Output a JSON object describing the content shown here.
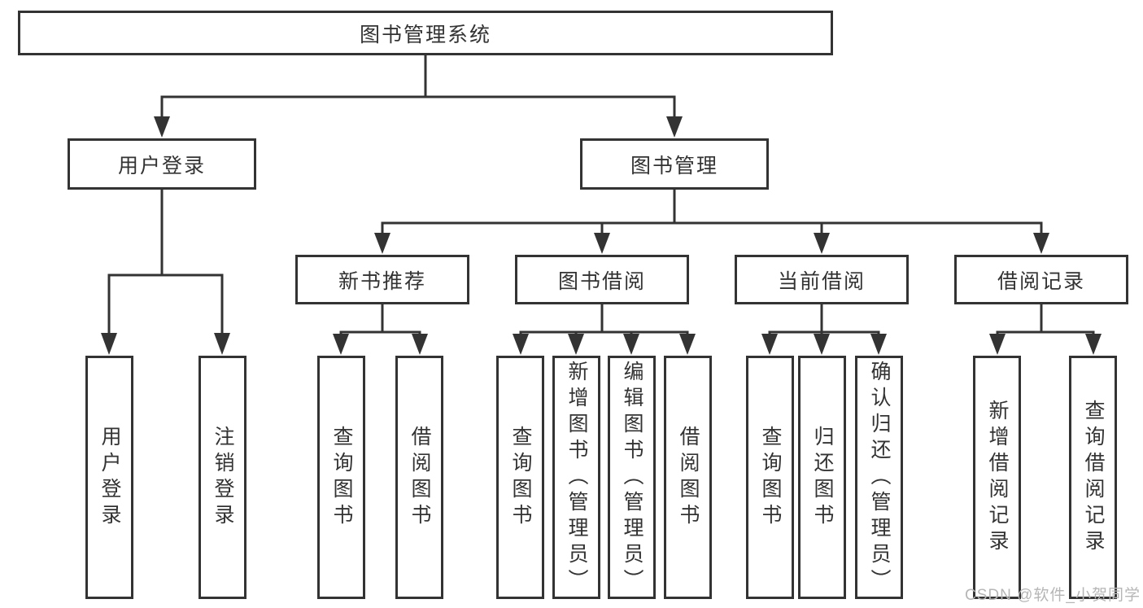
{
  "tree": {
    "label": "图书管理系统",
    "children": [
      {
        "label": "用户登录",
        "children": [
          {
            "label": "用户登录"
          },
          {
            "label": "注销登录"
          }
        ]
      },
      {
        "label": "图书管理",
        "children": [
          {
            "label": "新书推荐",
            "children": [
              {
                "label": "查询图书"
              },
              {
                "label": "借阅图书"
              }
            ]
          },
          {
            "label": "图书借阅",
            "children": [
              {
                "label": "查询图书"
              },
              {
                "label": "新增图书（管理员）"
              },
              {
                "label": "编辑图书（管理员）"
              },
              {
                "label": "借阅图书"
              }
            ]
          },
          {
            "label": "当前借阅",
            "children": [
              {
                "label": "查询图书"
              },
              {
                "label": "归还图书"
              },
              {
                "label": "确认归还（管理员）"
              }
            ]
          },
          {
            "label": "借阅记录",
            "children": [
              {
                "label": "新增借阅记录"
              },
              {
                "label": "查询借阅记录"
              }
            ]
          }
        ]
      }
    ]
  },
  "watermark": "CSDN @软件_小贺同学",
  "colors": {
    "line": "#333333",
    "box_border": "#333333",
    "text": "#333333",
    "watermark": "#b6b6b6",
    "background": "#ffffff"
  }
}
